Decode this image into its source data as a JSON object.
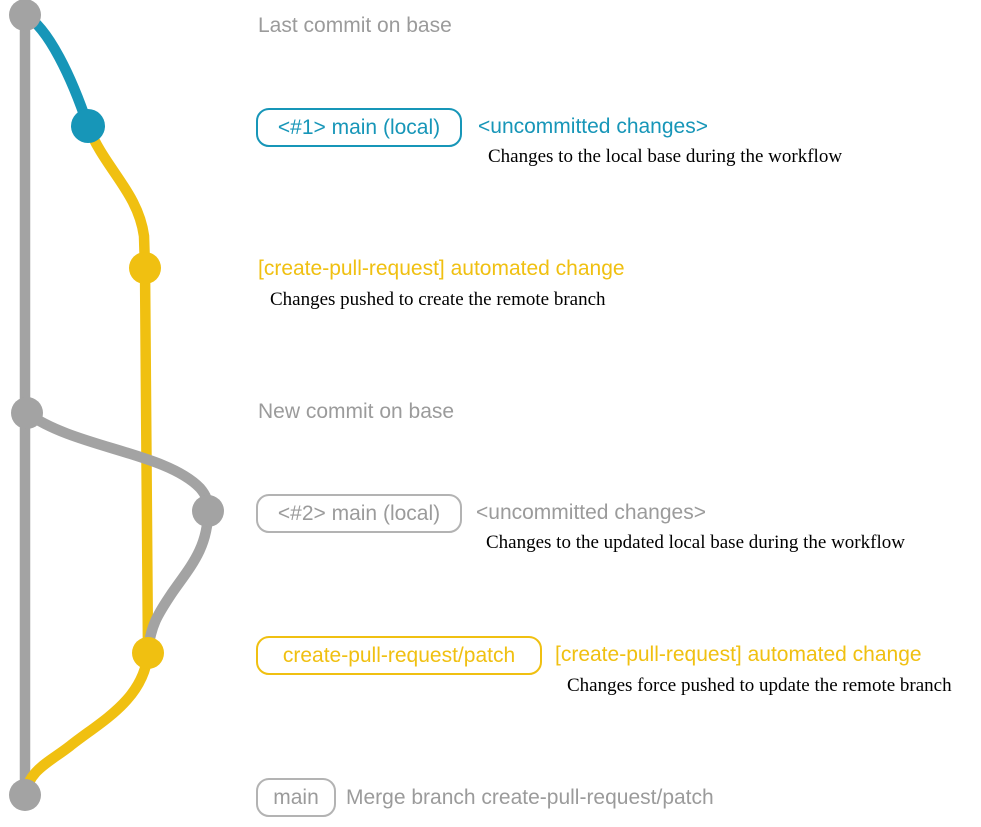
{
  "colors": {
    "background": "#ffffff",
    "gray_line": "#a3a3a3",
    "gray_text": "#9b9b9b",
    "gray_border": "#b3b3b3",
    "teal": "#1796b8",
    "yellow": "#f0c011",
    "description_text": "#000000"
  },
  "graph": {
    "commits": [
      {
        "id": "base-last-commit",
        "color": "gray"
      },
      {
        "id": "local-main-commit-1",
        "color": "teal"
      },
      {
        "id": "automated-change-commit-1",
        "color": "yellow"
      },
      {
        "id": "base-new-commit",
        "color": "gray"
      },
      {
        "id": "local-main-commit-2",
        "color": "gray"
      },
      {
        "id": "automated-change-commit-2",
        "color": "yellow"
      },
      {
        "id": "merge-commit",
        "color": "gray"
      }
    ]
  },
  "annotations": {
    "row1": {
      "label": "Last commit on base"
    },
    "row2": {
      "badge": "<#1> main (local)",
      "status": "<uncommitted changes>",
      "description": "Changes to the local base during the workflow"
    },
    "row3": {
      "title": "[create-pull-request] automated change",
      "description": "Changes pushed to create the remote branch"
    },
    "row4": {
      "label": "New commit on base"
    },
    "row5": {
      "badge": "<#2> main (local)",
      "status": "<uncommitted changes>",
      "description": "Changes to the updated local base during the workflow"
    },
    "row6": {
      "badge": "create-pull-request/patch",
      "title": "[create-pull-request] automated change",
      "description": "Changes force pushed to update the remote branch"
    },
    "row7": {
      "badge": "main",
      "label": "Merge branch create-pull-request/patch"
    }
  }
}
